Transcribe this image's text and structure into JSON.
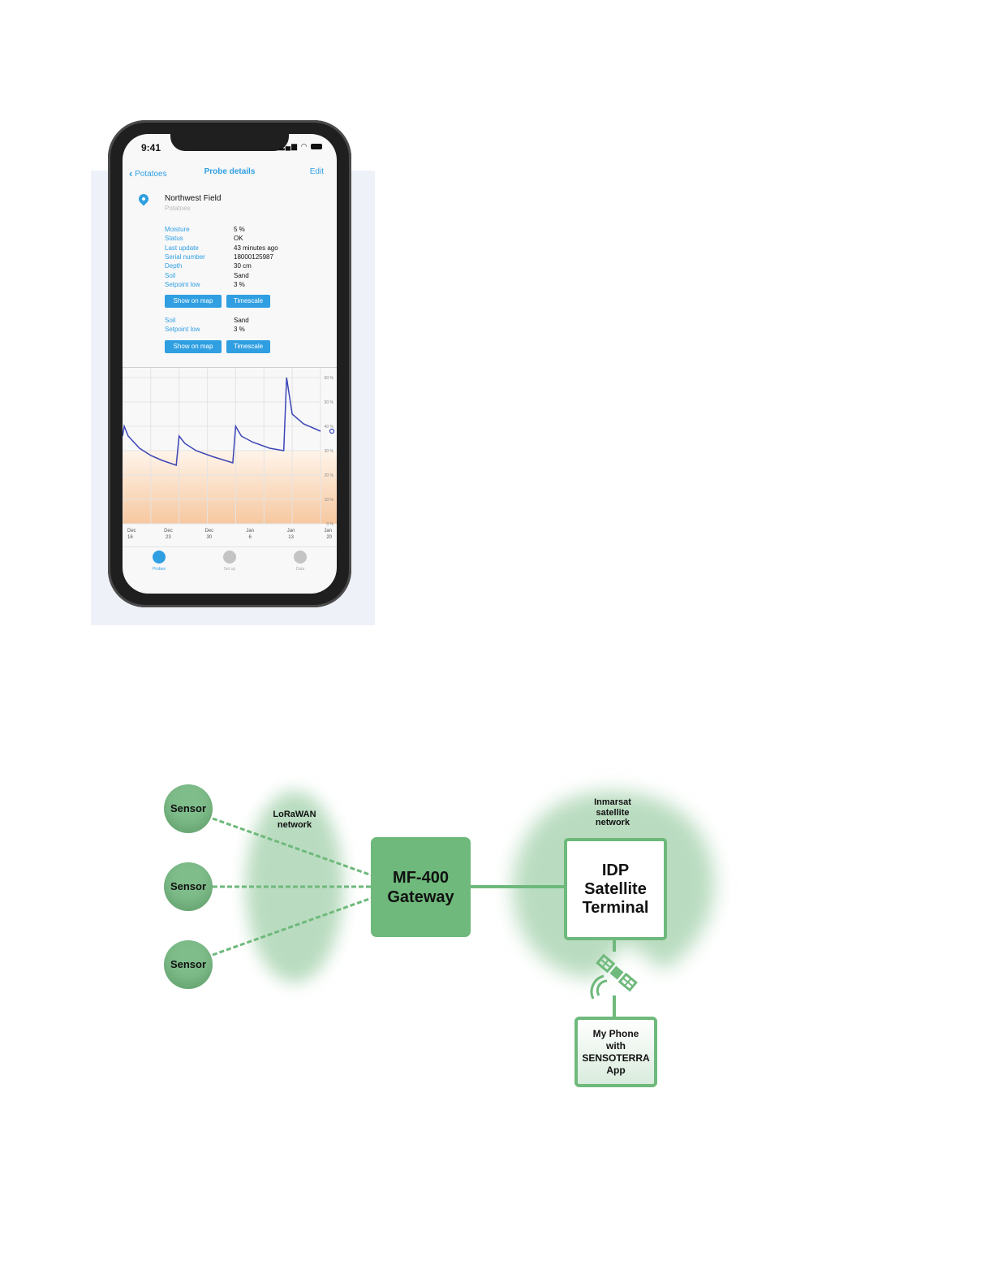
{
  "phone_app": {
    "status_time": "9:41",
    "nav": {
      "back_label": "Potatoes",
      "title": "Probe details",
      "edit_label": "Edit"
    },
    "field": {
      "name": "Northwest Field",
      "crop": "Potatoes"
    },
    "details": [
      {
        "key": "Moisture",
        "value": "5 %"
      },
      {
        "key": "Status",
        "value": "OK"
      },
      {
        "key": "Last update",
        "value": "43 minutes ago"
      },
      {
        "key": "Serial number",
        "value": "18000125987"
      },
      {
        "key": "Depth",
        "value": "30 cm"
      },
      {
        "key": "Soil",
        "value": "Sand"
      },
      {
        "key": "Setpoint low",
        "value": "3 %"
      }
    ],
    "details_2": [
      {
        "key": "Soil",
        "value": "Sand"
      },
      {
        "key": "Setpoint low",
        "value": "3 %"
      }
    ],
    "buttons": {
      "show_on_map": "Show on map",
      "timescale": "Timescale"
    },
    "chart_data": {
      "type": "line",
      "x_ticks": [
        {
          "month": "Dec",
          "day": "16"
        },
        {
          "month": "Dec",
          "day": "23"
        },
        {
          "month": "Dec",
          "day": "30"
        },
        {
          "month": "Jan",
          "day": "6"
        },
        {
          "month": "Jan",
          "day": "13"
        },
        {
          "month": "Jan",
          "day": "20"
        }
      ],
      "y_ticks": [
        "60 %",
        "50 %",
        "40 %",
        "30 %",
        "20 %",
        "10 %",
        "0 %"
      ],
      "ylim": [
        0,
        60
      ],
      "xlim_days": [
        0,
        35
      ],
      "series": [
        {
          "points": [
            [
              0,
              36
            ],
            [
              0.3,
              40
            ],
            [
              1,
              36
            ],
            [
              3,
              31
            ],
            [
              5,
              28
            ],
            [
              7,
              26
            ],
            [
              9.5,
              24
            ],
            [
              10,
              36
            ],
            [
              11,
              33
            ],
            [
              13,
              30
            ],
            [
              16,
              27.5
            ],
            [
              19.5,
              25
            ],
            [
              20,
              40
            ],
            [
              21,
              36
            ],
            [
              23,
              33.5
            ],
            [
              26,
              31
            ],
            [
              28.5,
              30
            ],
            [
              29,
              60
            ],
            [
              30,
              45
            ],
            [
              32,
              41
            ],
            [
              34,
              39
            ],
            [
              35,
              38
            ]
          ]
        }
      ],
      "grid": true,
      "band_color": "#f6c8a0",
      "line_color": "#3b45b5"
    },
    "tabs": [
      {
        "label": "Probes",
        "active": true
      },
      {
        "label": "Set up",
        "active": false
      },
      {
        "label": "Data",
        "active": false
      }
    ]
  },
  "diagram": {
    "sensors": [
      "Sensor",
      "Sensor",
      "Sensor"
    ],
    "lorawan_label": [
      "LoRaWAN",
      "network"
    ],
    "gateway_label": [
      "MF-400",
      "Gateway"
    ],
    "inmarsat_label": [
      "Inmarsat",
      "satellite",
      "network"
    ],
    "idp_label": [
      "IDP",
      "Satellite",
      "Terminal"
    ],
    "myphone_label": [
      "My Phone",
      "with",
      "SENSOTERRA",
      "App"
    ],
    "colors": {
      "green": "#6eb97b",
      "halo": "#b9dcc0",
      "dash": "#6eb97b"
    }
  }
}
